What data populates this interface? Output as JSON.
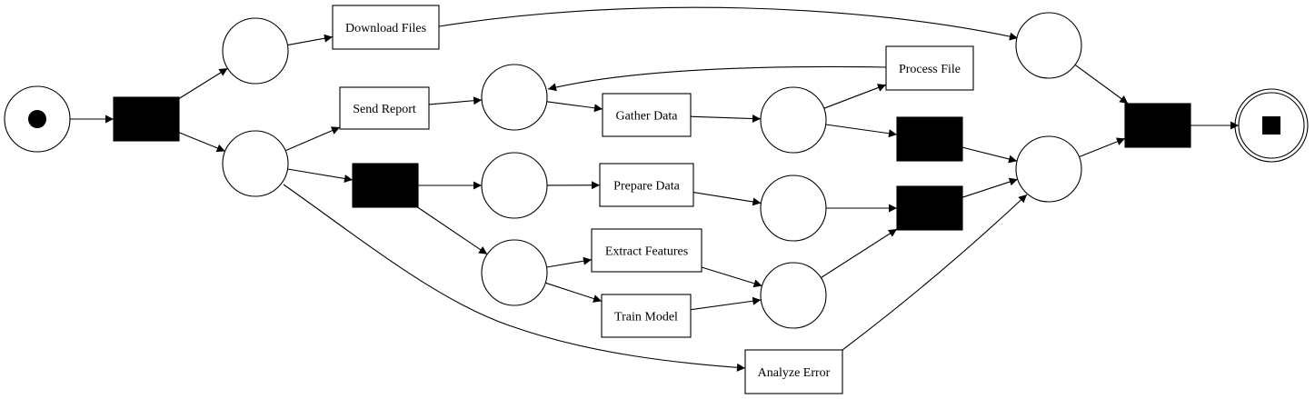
{
  "diagram": {
    "type": "petri-net",
    "colors": {
      "stroke": "#000000",
      "fill": "#ffffff",
      "silent_transition": "#000000"
    },
    "places": [
      {
        "id": "source",
        "marking": "token"
      },
      {
        "id": "p_a"
      },
      {
        "id": "p_b"
      },
      {
        "id": "p_c"
      },
      {
        "id": "p_d"
      },
      {
        "id": "p_e"
      },
      {
        "id": "p_f"
      },
      {
        "id": "p_g"
      },
      {
        "id": "p_h"
      },
      {
        "id": "p_i"
      },
      {
        "id": "p_j"
      },
      {
        "id": "sink",
        "marking": "final"
      }
    ],
    "transitions": [
      {
        "id": "t_split",
        "label": ""
      },
      {
        "id": "t_download",
        "label": "Download Files"
      },
      {
        "id": "t_send",
        "label": "Send Report"
      },
      {
        "id": "t_tau1",
        "label": ""
      },
      {
        "id": "t_process",
        "label": "Process File"
      },
      {
        "id": "t_gather",
        "label": "Gather Data"
      },
      {
        "id": "t_prepare",
        "label": "Prepare Data"
      },
      {
        "id": "t_extract",
        "label": "Extract Features"
      },
      {
        "id": "t_train",
        "label": "Train Model"
      },
      {
        "id": "t_analyze",
        "label": "Analyze Error"
      },
      {
        "id": "t_tau2",
        "label": ""
      },
      {
        "id": "t_tau3",
        "label": ""
      },
      {
        "id": "t_join",
        "label": ""
      }
    ],
    "arcs": [
      [
        "source",
        "t_split"
      ],
      [
        "t_split",
        "p_a"
      ],
      [
        "t_split",
        "p_b"
      ],
      [
        "p_a",
        "t_download"
      ],
      [
        "t_download",
        "p_i"
      ],
      [
        "p_b",
        "t_send"
      ],
      [
        "p_b",
        "t_tau1"
      ],
      [
        "p_b",
        "t_analyze"
      ],
      [
        "t_send",
        "p_c"
      ],
      [
        "t_process",
        "p_c"
      ],
      [
        "p_c",
        "t_gather"
      ],
      [
        "t_gather",
        "p_f"
      ],
      [
        "p_f",
        "t_process"
      ],
      [
        "p_f",
        "t_tau2"
      ],
      [
        "t_tau1",
        "p_d"
      ],
      [
        "t_tau1",
        "p_e"
      ],
      [
        "p_d",
        "t_prepare"
      ],
      [
        "t_prepare",
        "p_g"
      ],
      [
        "p_e",
        "t_extract"
      ],
      [
        "p_e",
        "t_train"
      ],
      [
        "t_extract",
        "p_h"
      ],
      [
        "t_train",
        "p_h"
      ],
      [
        "p_g",
        "t_tau3"
      ],
      [
        "p_h",
        "t_tau3"
      ],
      [
        "t_tau2",
        "p_j"
      ],
      [
        "t_tau3",
        "p_j"
      ],
      [
        "t_analyze",
        "p_j"
      ],
      [
        "p_i",
        "t_join"
      ],
      [
        "p_j",
        "t_join"
      ],
      [
        "t_join",
        "sink"
      ]
    ]
  }
}
